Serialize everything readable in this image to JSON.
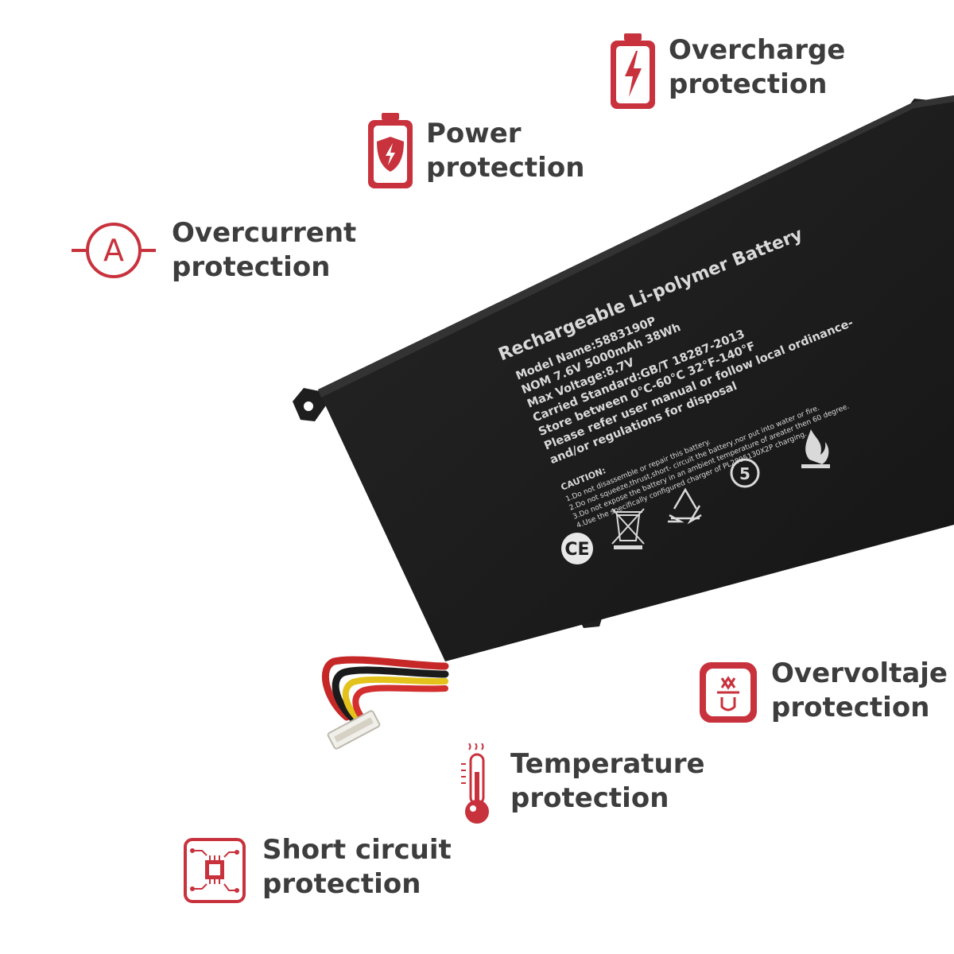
{
  "colors": {
    "accent": "#c8323d",
    "label": "#3d3d3d",
    "battery_body": "#1e1e1e",
    "battery_text": "#d9d9d9"
  },
  "features": {
    "overcharge": {
      "icon": "battery-bolt-icon",
      "line1": "Overcharge",
      "line2": "protection"
    },
    "power": {
      "icon": "battery-shield-icon",
      "line1": "Power",
      "line2": "protection"
    },
    "overcurrent": {
      "icon": "ampere-icon",
      "line1": "Overcurrent",
      "line2": "protection"
    },
    "overvoltage": {
      "icon": "voltage-icon",
      "line1": "Overvoltaje",
      "line2": "protection"
    },
    "temperature": {
      "icon": "thermometer-icon",
      "line1": "Temperature",
      "line2": "protection"
    },
    "short_circuit": {
      "icon": "circuit-chip-icon",
      "line1": "Short circuit",
      "line2": "protection"
    }
  },
  "battery": {
    "title": "Rechargeable Li-polymer Battery",
    "specs": [
      "Model Name:5883190P",
      "NOM 7.6V 5000mAh 38Wh",
      "Max Voltage:8.7V",
      "Carried Standard:GB/T 18287-2013",
      "Store between 0°C-60°C 32°F-140°F",
      "Please refer user manual or follow local ordinance-",
      "and/or regulations for disposal"
    ],
    "caution_title": "CAUTION:",
    "caution_lines": [
      "1.Do not disassemble or repair this battery.",
      "2.Do not squeeze,thrust,short- circuit the battery,nor put into water or fire.",
      "3.Do not expose the battery in an ambient temperature of areater then 60 degree.",
      "4.Use the specifically configured charger of PL2895130X2P charging."
    ],
    "marks": {
      "ce": "CE",
      "recycle_number": "5"
    },
    "icons": [
      "ce-mark-icon",
      "crossed-bin-icon",
      "recycle-icon",
      "recycle-5-icon",
      "flammable-icon"
    ]
  }
}
